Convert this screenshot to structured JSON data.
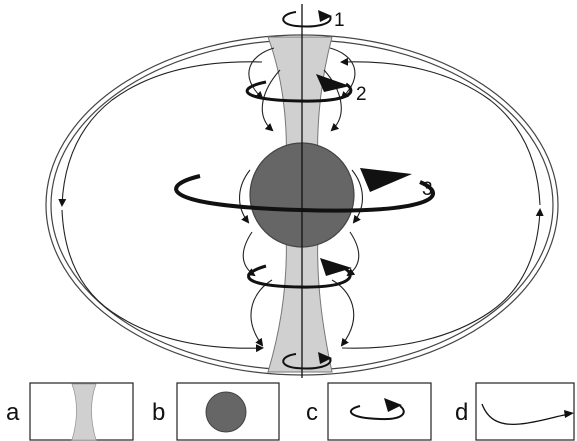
{
  "diagram": {
    "rotation_labels": {
      "top_pole": "1",
      "upper_cone": "2",
      "equator": "3"
    },
    "legend": [
      {
        "label": "a",
        "icon": "hourglass-tube-icon"
      },
      {
        "label": "b",
        "icon": "sphere-icon"
      },
      {
        "label": "c",
        "icon": "rotation-arrow-icon"
      },
      {
        "label": "d",
        "icon": "flow-line-icon"
      }
    ],
    "colors": {
      "tube_fill": "#d0d0d0",
      "sphere_fill": "#666666",
      "stroke": "#111111",
      "background": "#ffffff"
    }
  }
}
